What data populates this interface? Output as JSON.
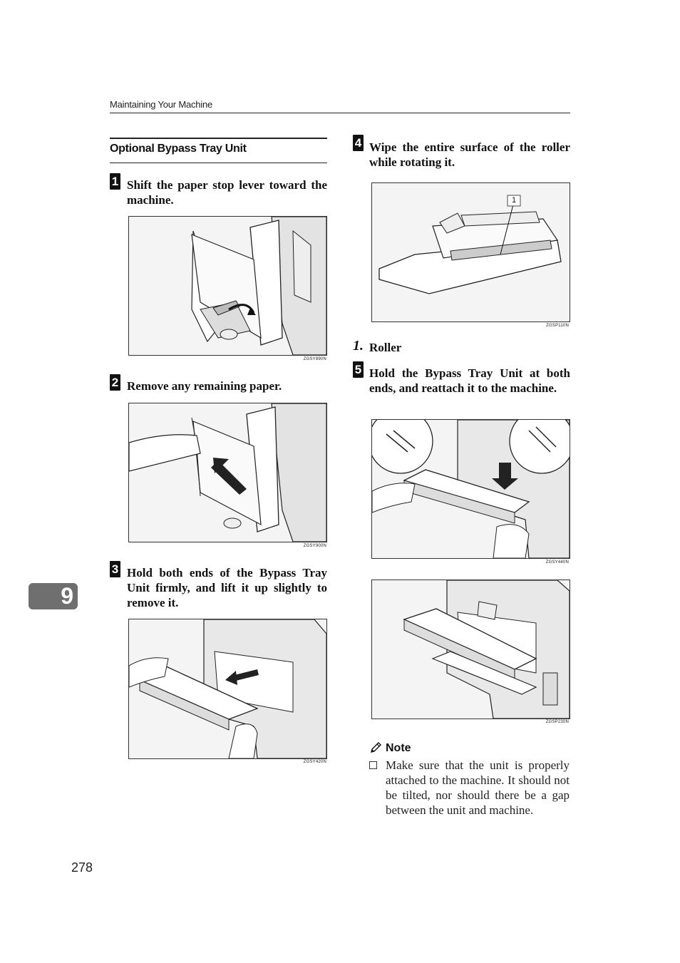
{
  "header": {
    "running_title": "Maintaining Your Machine"
  },
  "section": {
    "title": "Optional Bypass Tray Unit"
  },
  "steps": [
    {
      "num": "1",
      "text": "Shift the paper stop lever toward the machine.",
      "figure_code": "ZGSY890N"
    },
    {
      "num": "2",
      "text": "Remove any remaining paper.",
      "figure_code": "ZGSY900N"
    },
    {
      "num": "3",
      "text": "Hold both ends of the Bypass Tray Unit firmly, and lift it up slightly to remove it.",
      "figure_code": "ZGSY420N"
    },
    {
      "num": "4",
      "text": "Wipe the entire surface of the roller while rotating it.",
      "figure_code": "ZGSP110N",
      "callout_number": "1"
    },
    {
      "num": "5",
      "text": "Hold the Bypass Tray Unit at both ends, and reattach it to the machine.",
      "figure_code": "ZGSY440N",
      "figure_code_2": "ZGSP230N"
    }
  ],
  "legend": {
    "number": "1.",
    "label": "Roller"
  },
  "note": {
    "title": "Note",
    "items": [
      "Make sure that the unit is properly attached to the machine. It should not be tilted, nor should there be a gap between the unit and machine."
    ]
  },
  "chapter_tab": "9",
  "page_number": "278",
  "icons": {
    "note": "pencil-icon",
    "checkbox": "checkbox-icon"
  }
}
